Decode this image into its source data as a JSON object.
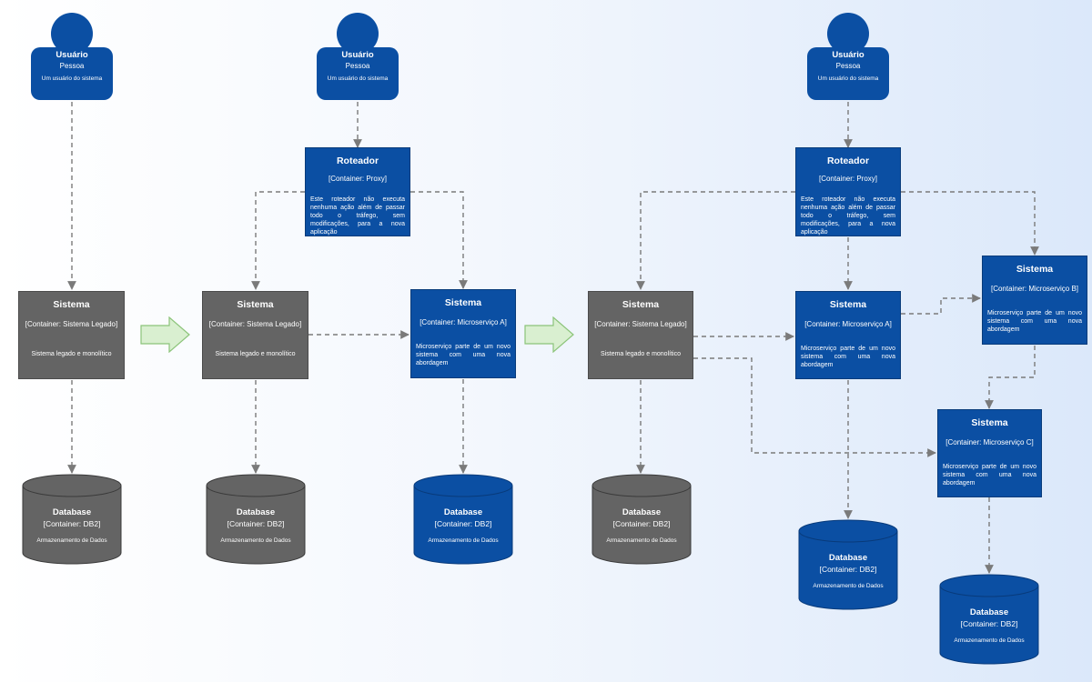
{
  "colors": {
    "blue": "#0b4fa3",
    "gray": "#646464",
    "connector": "#7a7a7a",
    "transition_arrow_fill": "#d9efd0",
    "transition_arrow_stroke": "#8cc47a"
  },
  "persons": [
    {
      "title": "Usuário",
      "subtitle": "Pessoa",
      "description": "Um usuário do sistema"
    },
    {
      "title": "Usuário",
      "subtitle": "Pessoa",
      "description": "Um usuário do sistema"
    },
    {
      "title": "Usuário",
      "subtitle": "Pessoa",
      "description": "Um usuário do sistema"
    }
  ],
  "routers": [
    {
      "title": "Roteador",
      "tech": "[Container: Proxy]",
      "description": "Este roteador não executa nenhuma ação além de passar todo o tráfego, sem modificações, para a nova aplicação"
    },
    {
      "title": "Roteador",
      "tech": "[Container: Proxy]",
      "description": "Este roteador não executa nenhuma ação além de passar todo o tráfego, sem modificações, para a nova aplicação"
    }
  ],
  "legacy_systems": [
    {
      "title": "Sistema",
      "tech": "[Container: Sistema Legado]",
      "description": "Sistema legado e monolítico"
    },
    {
      "title": "Sistema",
      "tech": "[Container: Sistema Legado]",
      "description": "Sistema legado e monolítico"
    },
    {
      "title": "Sistema",
      "tech": "[Container: Sistema Legado]",
      "description": "Sistema legado e monolítico"
    }
  ],
  "microservices": [
    {
      "title": "Sistema",
      "tech": "[Container: Microserviço A]",
      "description": "Microserviço parte de um novo sistema com uma nova abordagem"
    },
    {
      "title": "Sistema",
      "tech": "[Container: Microserviço A]",
      "description": "Microserviço parte de um novo sistema com uma nova abordagem"
    },
    {
      "title": "Sistema",
      "tech": "[Container: Microserviço B]",
      "description": "Microserviço parte de um novo sistema com uma nova abordagem"
    },
    {
      "title": "Sistema",
      "tech": "[Container: Microserviço C]",
      "description": "Microserviço parte de um novo sistema com uma nova abordagem"
    }
  ],
  "databases": [
    {
      "title": "Database",
      "tech": "[Container: DB2]",
      "description": "Armazenamento de Dados"
    },
    {
      "title": "Database",
      "tech": "[Container: DB2]",
      "description": "Armazenamento de Dados"
    },
    {
      "title": "Database",
      "tech": "[Container: DB2]",
      "description": "Armazenamento de Dados"
    },
    {
      "title": "Database",
      "tech": "[Container: DB2]",
      "description": "Armazenamento de Dados"
    },
    {
      "title": "Database",
      "tech": "[Container: DB2]",
      "description": "Armazenamento de Dados"
    },
    {
      "title": "Database",
      "tech": "[Container: DB2]",
      "description": "Armazenamento de Dados"
    }
  ]
}
